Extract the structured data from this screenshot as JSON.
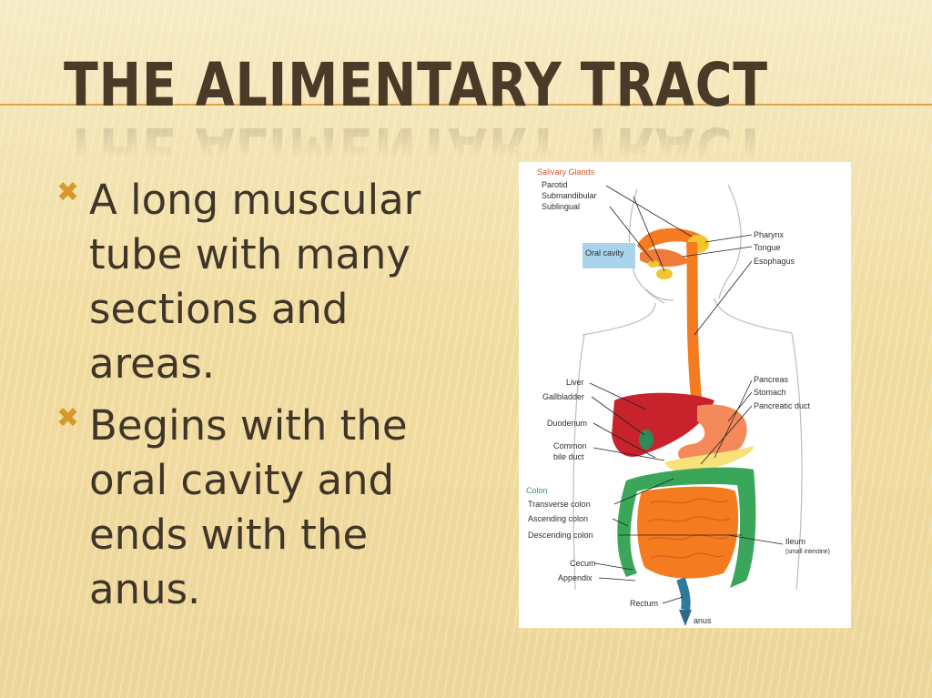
{
  "slide": {
    "title": "THE ALIMENTARY TRACT",
    "bullets": [
      {
        "icon": "x-mark-bullet-icon",
        "text": "A long muscular tube with many sections and areas."
      },
      {
        "icon": "x-mark-bullet-icon",
        "text": "Begins with the oral cavity  and ends with the anus."
      }
    ],
    "accent_color": "#e0a247",
    "bullet_color": "#d79a2a"
  },
  "diagram": {
    "salivary_glands_heading": "Salivary Glands",
    "parotid": "Parotid",
    "submandibular": "Submandibular",
    "sublingual": "Sublingual",
    "oral_cavity": "Oral cavity",
    "pharynx": "Pharynx",
    "tongue": "Tongue",
    "esophagus": "Esophagus",
    "liver": "Liver",
    "gallbladder": "Gallbladder",
    "duodenum": "Duodenum",
    "common_bile_duct_1": "Common",
    "common_bile_duct_2": "bile duct",
    "pancreas": "Pancreas",
    "stomach": "Stomach",
    "pancreatic_duct": "Pancreatic duct",
    "colon_heading": "Colon",
    "transverse_colon": "Transverse colon",
    "ascending_colon": "Ascending colon",
    "descending_colon": "Descending colon",
    "ileum": "Ileum",
    "small_intestine": "(small intestine)",
    "cecum": "Cecum",
    "appendix": "Appendix",
    "rectum": "Rectum",
    "anus": "anus"
  }
}
